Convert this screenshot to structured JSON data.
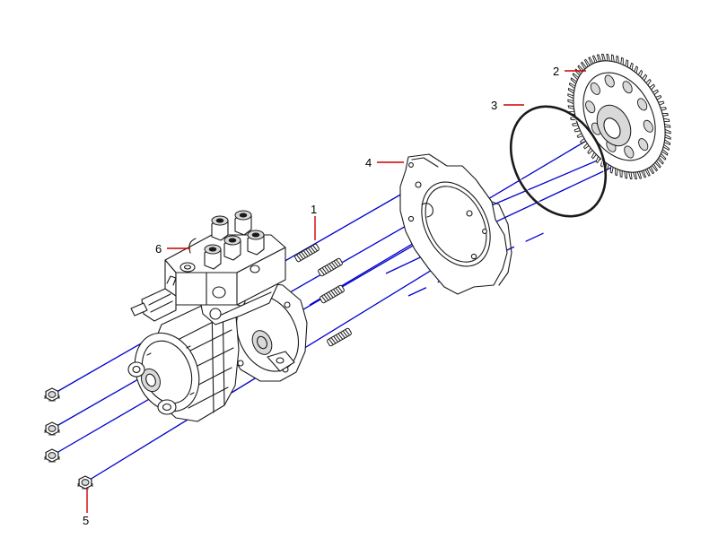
{
  "colors": {
    "assembly_line": "#0000cc",
    "leader_line": "#cc0000",
    "ink": "#1a1a1a",
    "background": "#ffffff"
  },
  "callouts": [
    {
      "id": "1",
      "label": "1",
      "part": "stud"
    },
    {
      "id": "2",
      "label": "2",
      "part": "drive-gear"
    },
    {
      "id": "3",
      "label": "3",
      "part": "o-ring"
    },
    {
      "id": "4",
      "label": "4",
      "part": "adapter-plate"
    },
    {
      "id": "5",
      "label": "5",
      "part": "nut"
    },
    {
      "id": "6",
      "label": "6",
      "part": "fuel-injection-pump"
    }
  ],
  "icons": {
    "pump": "fuel-injection-pump-icon",
    "gear": "drive-gear-icon",
    "ring": "o-ring-icon",
    "plate": "adapter-plate-icon",
    "stud": "stud-icon",
    "nut": "nut-icon"
  }
}
